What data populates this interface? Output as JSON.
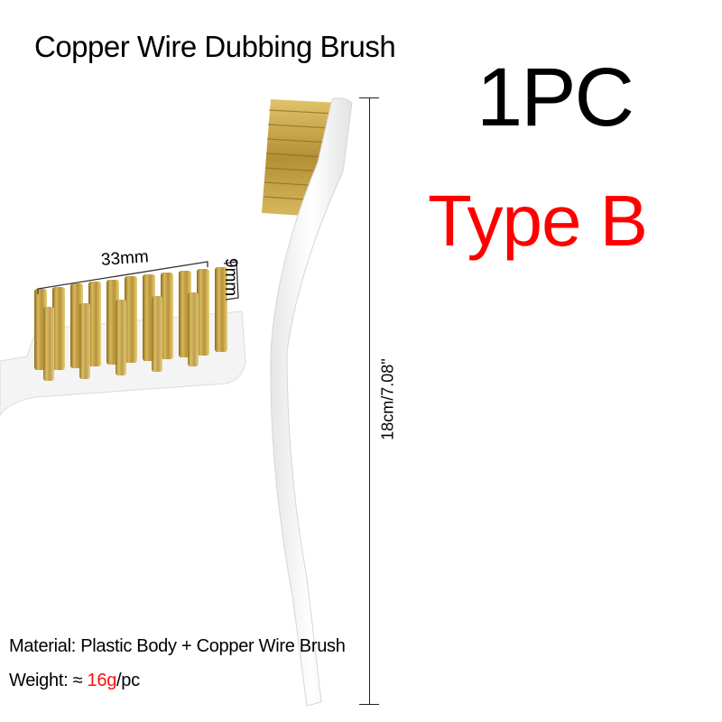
{
  "product": {
    "title": "Copper Wire Dubbing Brush",
    "quantity": "1PC",
    "variant": "Type B",
    "variant_color": "#ff0000"
  },
  "dimensions": {
    "length": "18cm/7.08\"",
    "head_width": "33mm",
    "bristle_height": "9mm"
  },
  "specs": {
    "material_label": "Material: Plastic Body + Copper Wire Brush",
    "weight_prefix": "Weight: ≈ ",
    "weight_value": "16g",
    "weight_suffix": "/pc",
    "highlight_color": "#ff1010"
  },
  "images": {
    "main_photo": "brush-photo-full",
    "closeup_photo": "brush-head-closeup"
  }
}
